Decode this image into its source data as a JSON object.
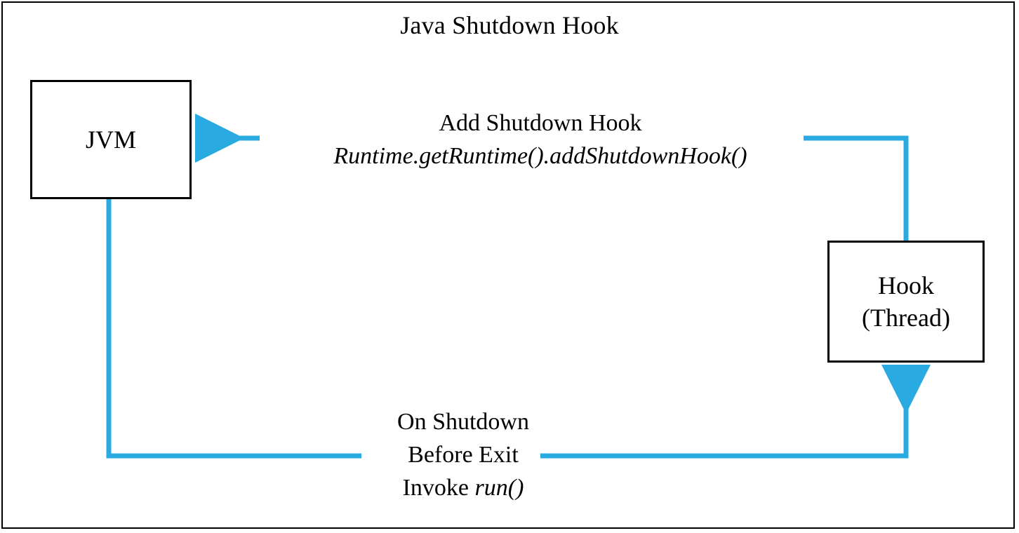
{
  "diagram": {
    "title": "Java Shutdown Hook",
    "accent_color": "#29ABE2",
    "line_color": "#000000",
    "background": "#ffffff",
    "nodes": [
      {
        "id": "jvm",
        "label": "JVM",
        "lines": [
          "JVM"
        ]
      },
      {
        "id": "hook",
        "label": "Hook (Thread)",
        "lines": [
          "Hook",
          "(Thread)"
        ]
      }
    ],
    "edges": [
      {
        "id": "add-shutdown-hook",
        "from": "hook",
        "to": "jvm",
        "label_line1": "Add Shutdown Hook",
        "label_line2": "Runtime.getRuntime().addShutdownHook()",
        "label_line2_style": "italic",
        "direction": "hook-to-jvm"
      },
      {
        "id": "on-shutdown",
        "from": "jvm",
        "to": "hook",
        "label_line1": "On Shutdown",
        "label_line2": "Before Exit",
        "label_line3_prefix": "Invoke ",
        "label_line3_code": "run()",
        "label_line3_style": "italic",
        "direction": "jvm-to-hook"
      }
    ]
  }
}
